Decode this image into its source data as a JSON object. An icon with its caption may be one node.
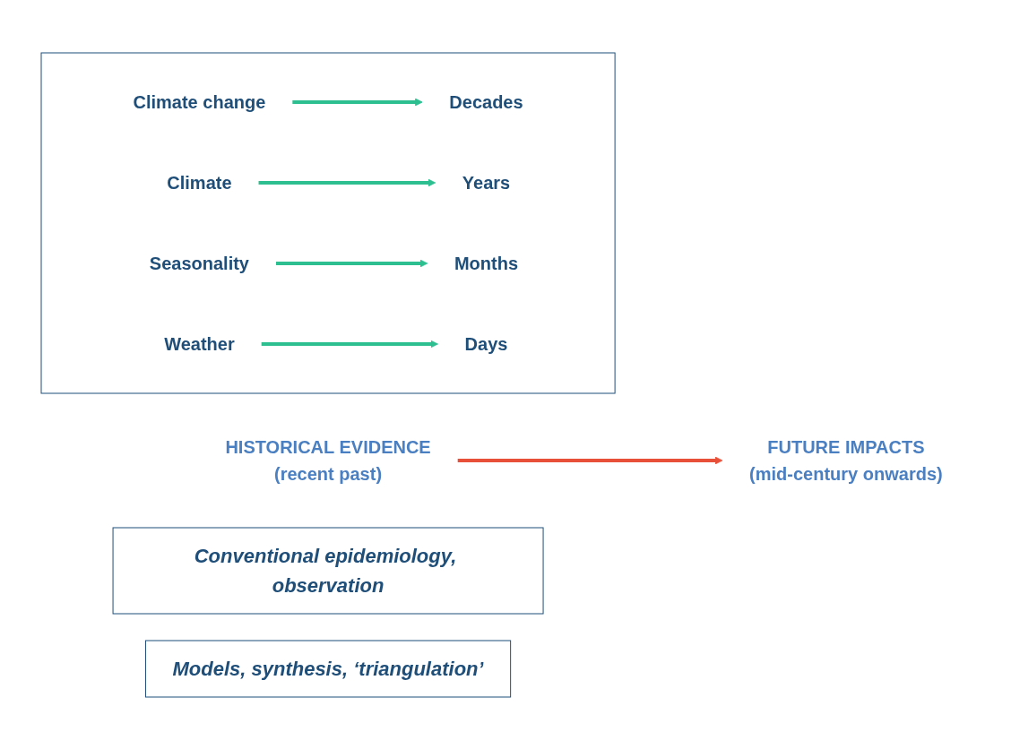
{
  "diagram": {
    "nodes": [
      {
        "text": [],
        "shape": "box"
      },
      {
        "text": [
          "Climate change"
        ],
        "in": 0
      },
      {
        "text": [
          "Decades"
        ],
        "in": 0
      },
      {
        "text": [
          "Climate"
        ],
        "in": 0
      },
      {
        "text": [
          "Years"
        ],
        "in": 0
      },
      {
        "text": [
          "Seasonality"
        ],
        "in": 0
      },
      {
        "text": [
          "Months"
        ],
        "in": 0
      },
      {
        "text": [
          "Weather"
        ],
        "in": 0
      },
      {
        "text": [
          "Days"
        ],
        "in": 0
      },
      {
        "text": [
          "HISTORICAL EVIDENCE",
          "(recent past)"
        ]
      },
      {
        "text": [
          "FUTURE IMPACTS",
          "(mid-century onwards)"
        ]
      },
      {
        "text": [
          "Conventional epidemiology, observation"
        ]
      },
      {
        "text": [
          "Models, synthesis, ‘triangulation’"
        ]
      }
    ],
    "edges": [
      {
        "from": 1,
        "to": 2,
        "arrow": "to"
      },
      {
        "from": 3,
        "to": 4,
        "arrow": "to"
      },
      {
        "from": 5,
        "to": 6,
        "arrow": "to"
      },
      {
        "from": 7,
        "to": 8,
        "arrow": "to"
      },
      {
        "from": 9,
        "to": 10,
        "arrow": "to",
        "color": "#e8503a"
      }
    ]
  }
}
